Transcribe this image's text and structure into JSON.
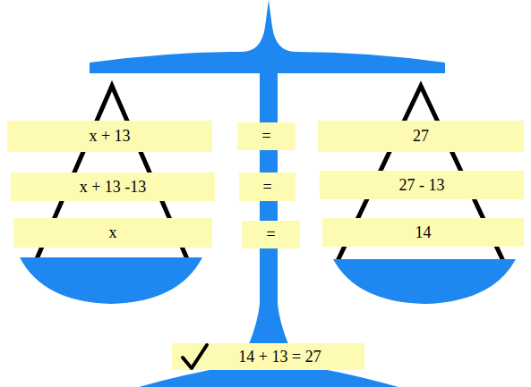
{
  "diagram": {
    "nodes": [
      {
        "text": [
          "x + 13"
        ]
      },
      {
        "text": [
          "="
        ]
      },
      {
        "text": [
          "27"
        ]
      },
      {
        "text": [
          "x + 13 -13"
        ]
      },
      {
        "text": [
          "="
        ]
      },
      {
        "text": [
          "27 - 13"
        ]
      },
      {
        "text": [
          "x"
        ]
      },
      {
        "text": [
          "="
        ]
      },
      {
        "text": [
          "14"
        ]
      },
      {
        "text": [
          "14 + 13 = 27"
        ]
      }
    ]
  }
}
